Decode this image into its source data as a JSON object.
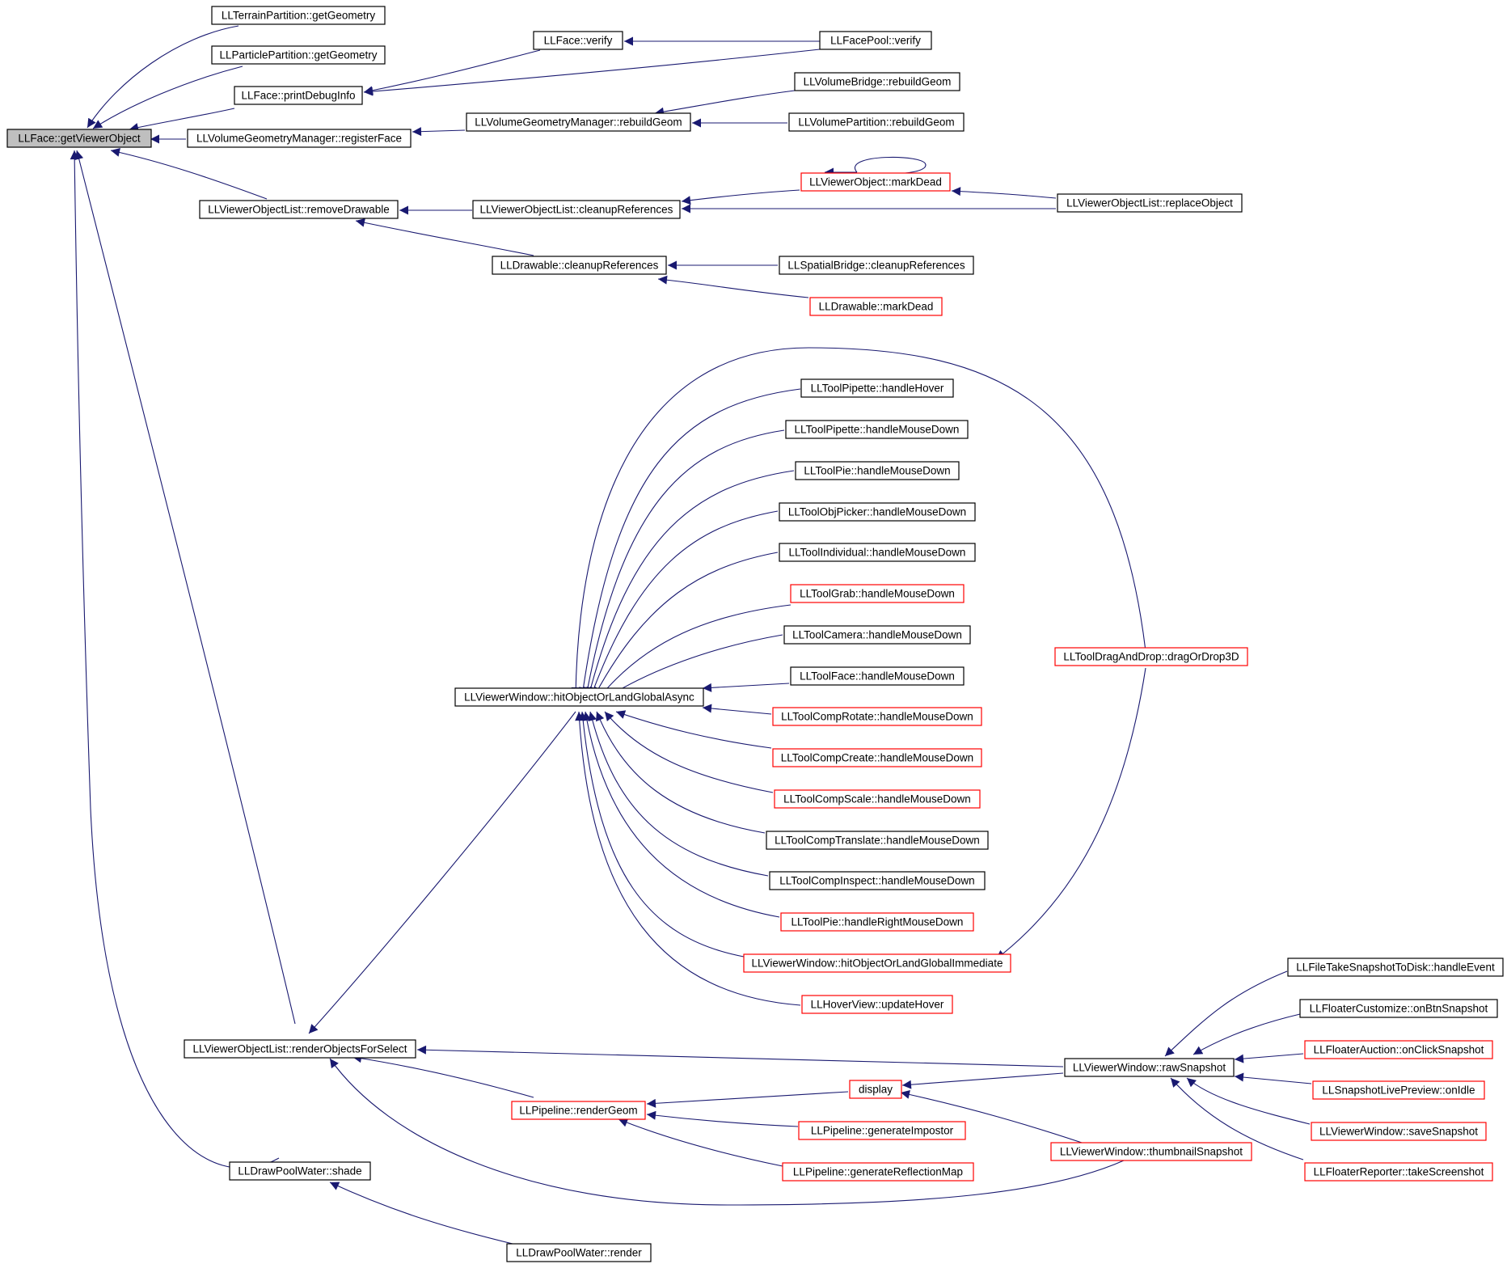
{
  "colors": {
    "edge": "#191970",
    "node_border_normal": "#000000",
    "node_border_truncated": "#ff0000",
    "root_fill": "#bfbfbf",
    "node_fill": "#ffffff"
  },
  "nodes": {
    "root": "LLFace::getViewerObject",
    "terrain_partition": "LLTerrainPartition::getGeometry",
    "particle_partition": "LLParticlePartition::getGeometry",
    "print_debug_info": "LLFace::printDebugInfo",
    "face_verify": "LLFace::verify",
    "facepool_verify": "LLFacePool::verify",
    "register_face": "LLVolumeGeometryManager::registerFace",
    "vgm_rebuild_geom": "LLVolumeGeometryManager::rebuildGeom",
    "volume_bridge_rebuild": "LLVolumeBridge::rebuildGeom",
    "volume_partition_rebuild": "LLVolumePartition::rebuildGeom",
    "remove_drawable": "LLViewerObjectList::removeDrawable",
    "vol_cleanup_refs": "LLViewerObjectList::cleanupReferences",
    "mark_dead": "LLViewerObject::markDead",
    "replace_object": "LLViewerObjectList::replaceObject",
    "drawable_cleanup_refs": "LLDrawable::cleanupReferences",
    "spatial_bridge_cleanup": "LLSpatialBridge::cleanupReferences",
    "drawable_mark_dead": "LLDrawable::markDead",
    "pipette_hover": "LLToolPipette::handleHover",
    "pipette_mousedown": "LLToolPipette::handleMouseDown",
    "pie_mousedown": "LLToolPie::handleMouseDown",
    "objpicker_mousedown": "LLToolObjPicker::handleMouseDown",
    "individual_mousedown": "LLToolIndividual::handleMouseDown",
    "grab_mousedown": "LLToolGrab::handleMouseDown",
    "camera_mousedown": "LLToolCamera::handleMouseDown",
    "face_mousedown": "LLToolFace::handleMouseDown",
    "comprotate_mousedown": "LLToolCompRotate::handleMouseDown",
    "compcreate_mousedown": "LLToolCompCreate::handleMouseDown",
    "compscale_mousedown": "LLToolCompScale::handleMouseDown",
    "comptranslate_mousedown": "LLToolCompTranslate::handleMouseDown",
    "compinspect_mousedown": "LLToolCompInspect::handleMouseDown",
    "pie_rightmousedown": "LLToolPie::handleRightMouseDown",
    "hit_immediate": "LLViewerWindow::hitObjectOrLandGlobalImmediate",
    "hover_update": "LLHoverView::updateHover",
    "hit_async": "LLViewerWindow::hitObjectOrLandGlobalAsync",
    "drag_or_drop": "LLToolDragAndDrop::dragOrDrop3D",
    "render_objects_for_select": "LLViewerObjectList::renderObjectsForSelect",
    "raw_snapshot": "LLViewerWindow::rawSnapshot",
    "display": "display",
    "render_geom": "LLPipeline::renderGeom",
    "generate_impostor": "LLPipeline::generateImpostor",
    "generate_reflection_map": "LLPipeline::generateReflectionMap",
    "thumbnail_snapshot": "LLViewerWindow::thumbnailSnapshot",
    "take_snapshot_to_disk": "LLFileTakeSnapshotToDisk::handleEvent",
    "customize_snapshot": "LLFloaterCustomize::onBtnSnapshot",
    "auction_snapshot": "LLFloaterAuction::onClickSnapshot",
    "live_preview_idle": "LLSnapshotLivePreview::onIdle",
    "save_snapshot": "LLViewerWindow::saveSnapshot",
    "take_screenshot": "LLFloaterReporter::takeScreenshot",
    "drawpool_shade": "LLDrawPoolWater::shade",
    "drawpool_render": "LLDrawPoolWater::render"
  }
}
